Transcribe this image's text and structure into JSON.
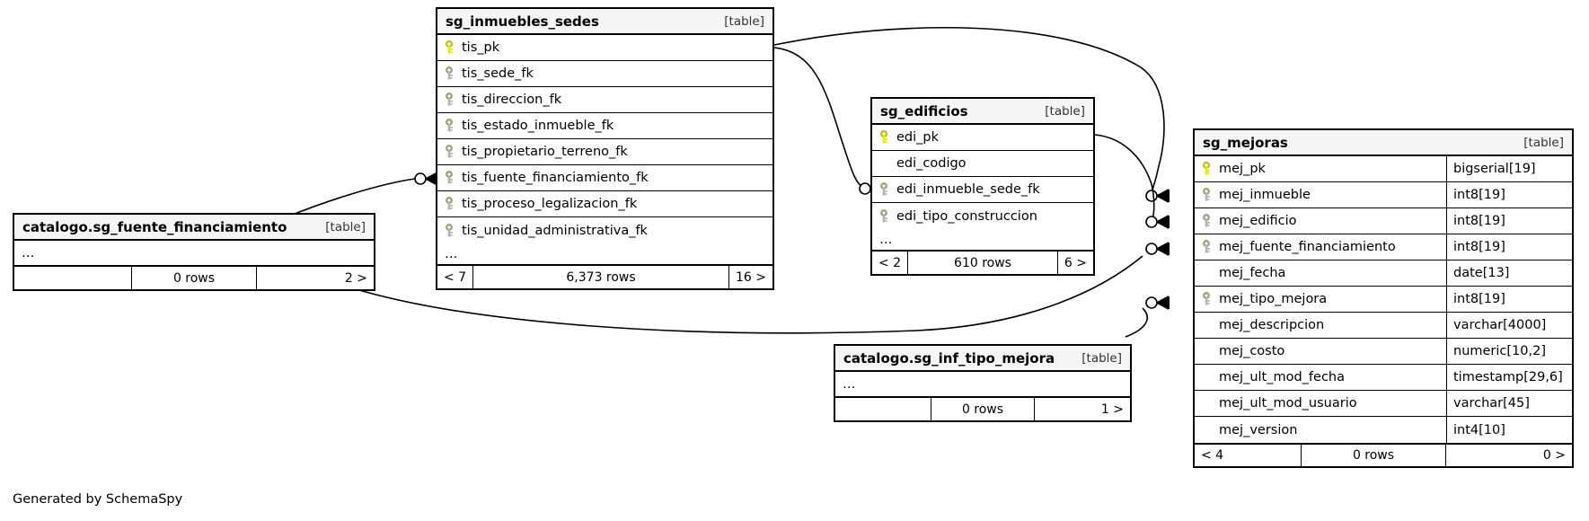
{
  "diagram": {
    "credit": "Generated by SchemaSpy",
    "table_tag": "[table]",
    "ellipsis": "…"
  },
  "tables": {
    "inmuebles_sedes": {
      "name": "sg_inmuebles_sedes",
      "tag": "[table]",
      "columns": [
        {
          "name": "tis_pk",
          "key": "primary"
        },
        {
          "name": "tis_sede_fk",
          "key": "foreign"
        },
        {
          "name": "tis_direccion_fk",
          "key": "foreign"
        },
        {
          "name": "tis_estado_inmueble_fk",
          "key": "foreign"
        },
        {
          "name": "tis_propietario_terreno_fk",
          "key": "foreign"
        },
        {
          "name": "tis_fuente_financiamiento_fk",
          "key": "foreign"
        },
        {
          "name": "tis_proceso_legalizacion_fk",
          "key": "foreign"
        },
        {
          "name": "tis_unidad_administrativa_fk",
          "key": "foreign"
        }
      ],
      "more": "…",
      "footer": {
        "left": "< 7",
        "middle": "6,373 rows",
        "right": "16 >"
      }
    },
    "edificios": {
      "name": "sg_edificios",
      "tag": "[table]",
      "columns": [
        {
          "name": "edi_pk",
          "key": "primary"
        },
        {
          "name": "edi_codigo",
          "key": "none"
        },
        {
          "name": "edi_inmueble_sede_fk",
          "key": "foreign"
        },
        {
          "name": "edi_tipo_construccion",
          "key": "foreign"
        }
      ],
      "more": "…",
      "footer": {
        "left": "< 2",
        "middle": "610 rows",
        "right": "6 >"
      }
    },
    "mejoras": {
      "name": "sg_mejoras",
      "tag": "[table]",
      "columns": [
        {
          "name": "mej_pk",
          "key": "primary",
          "type": "bigserial[19]"
        },
        {
          "name": "mej_inmueble",
          "key": "foreign",
          "type": "int8[19]"
        },
        {
          "name": "mej_edificio",
          "key": "foreign",
          "type": "int8[19]"
        },
        {
          "name": "mej_fuente_financiamiento",
          "key": "foreign",
          "type": "int8[19]"
        },
        {
          "name": "mej_fecha",
          "key": "none",
          "type": "date[13]"
        },
        {
          "name": "mej_tipo_mejora",
          "key": "foreign",
          "type": "int8[19]"
        },
        {
          "name": "mej_descripcion",
          "key": "none",
          "type": "varchar[4000]"
        },
        {
          "name": "mej_costo",
          "key": "none",
          "type": "numeric[10,2]"
        },
        {
          "name": "mej_ult_mod_fecha",
          "key": "none",
          "type": "timestamp[29,6]"
        },
        {
          "name": "mej_ult_mod_usuario",
          "key": "none",
          "type": "varchar[45]"
        },
        {
          "name": "mej_version",
          "key": "none",
          "type": "int4[10]"
        }
      ],
      "footer": {
        "left": "< 4",
        "middle": "0 rows",
        "right": "0 >"
      }
    },
    "fuente_financiamiento": {
      "name": "catalogo.sg_fuente_financiamiento",
      "tag": "[table]",
      "more": "…",
      "footer": {
        "left": "",
        "middle": "0 rows",
        "right": "2 >"
      }
    },
    "inf_tipo_mejora": {
      "name": "catalogo.sg_inf_tipo_mejora",
      "tag": "[table]",
      "more": "…",
      "footer": {
        "left": "",
        "middle": "0 rows",
        "right": "1 >"
      }
    }
  },
  "colors": {
    "primary_key": "#e8e800",
    "foreign_key": "#b3b3b3",
    "header_bg": "#f5f5f5",
    "border": "#000000",
    "background": "#ffffff"
  }
}
